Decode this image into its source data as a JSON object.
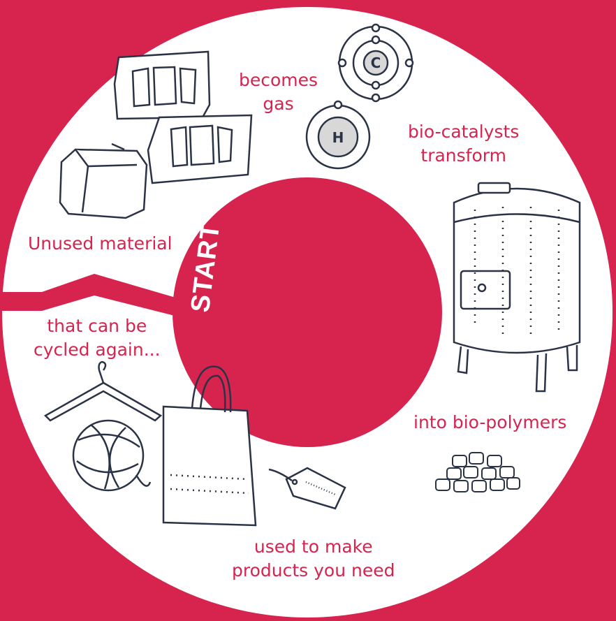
{
  "colors": {
    "background": "#d6244f",
    "ring": "#ffffff",
    "ink": "#2a3346"
  },
  "start_label": "START",
  "steps": [
    {
      "lines": [
        "becomes",
        "gas"
      ]
    },
    {
      "lines": [
        "bio-catalysts",
        "transform"
      ]
    },
    {
      "lines": [
        "into bio-polymers"
      ]
    },
    {
      "lines": [
        "used to make",
        "products you need"
      ]
    },
    {
      "lines": [
        "that can be",
        "cycled again..."
      ]
    },
    {
      "lines": [
        "Unused material"
      ]
    }
  ],
  "atoms": {
    "carbon_symbol": "C",
    "hydrogen_symbol": "H"
  },
  "illustrations": [
    "textile-offcuts-icon",
    "bale-icon",
    "atom-icon",
    "fermentation-tank-icon",
    "polymer-pellets-icon",
    "shopping-bag-icon",
    "price-tag-icon",
    "yarn-ball-icon",
    "hanger-icon"
  ]
}
